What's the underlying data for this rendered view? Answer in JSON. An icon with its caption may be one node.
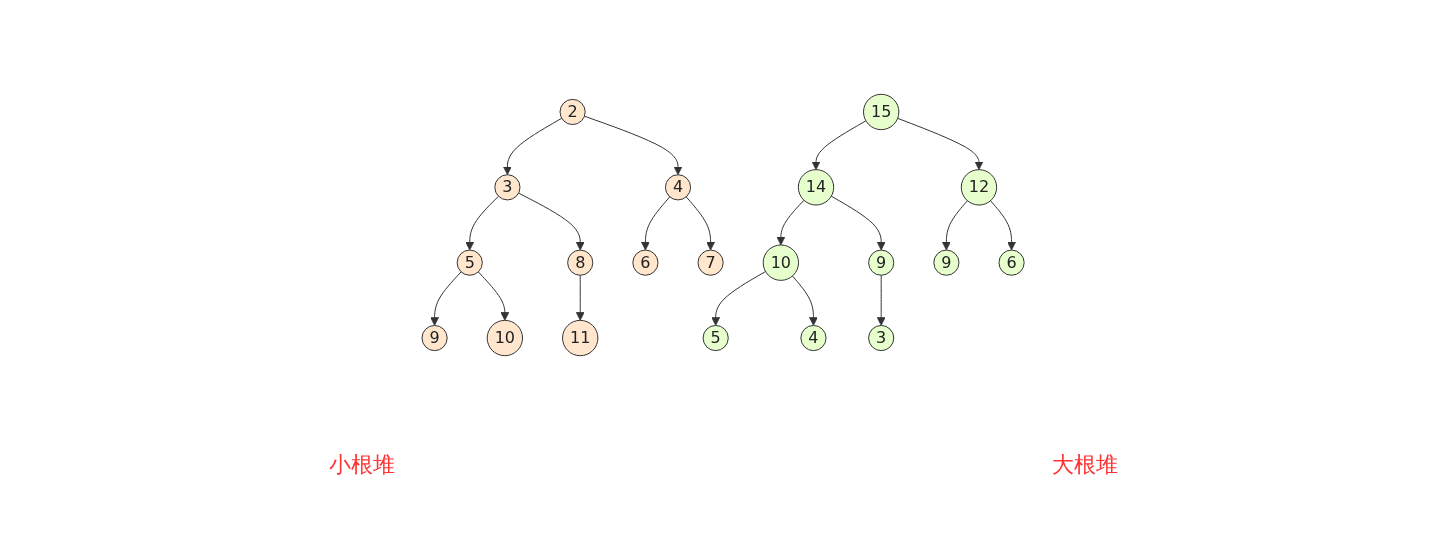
{
  "diagram": {
    "nodes": [
      {
        "text": [
          "2"
        ]
      },
      {
        "text": [
          "3"
        ]
      },
      {
        "text": [
          "4"
        ]
      },
      {
        "text": [
          "5"
        ]
      },
      {
        "text": [
          "8"
        ]
      },
      {
        "text": [
          "6"
        ]
      },
      {
        "text": [
          "7"
        ]
      },
      {
        "text": [
          "9"
        ]
      },
      {
        "text": [
          "10"
        ]
      },
      {
        "text": [
          "11"
        ]
      },
      {
        "text": [
          "15"
        ]
      },
      {
        "text": [
          "14"
        ]
      },
      {
        "text": [
          "12"
        ]
      },
      {
        "text": [
          "10"
        ]
      },
      {
        "text": [
          "9"
        ]
      },
      {
        "text": [
          "9"
        ]
      },
      {
        "text": [
          "6"
        ]
      },
      {
        "text": [
          "5"
        ]
      },
      {
        "text": [
          "4"
        ]
      },
      {
        "text": [
          "3"
        ]
      }
    ],
    "edges": [
      {
        "from": 0,
        "to": 1,
        "arrow": "to"
      },
      {
        "from": 0,
        "to": 2,
        "arrow": "to"
      },
      {
        "from": 1,
        "to": 3,
        "arrow": "to"
      },
      {
        "from": 1,
        "to": 4,
        "arrow": "to"
      },
      {
        "from": 2,
        "to": 5,
        "arrow": "to"
      },
      {
        "from": 2,
        "to": 6,
        "arrow": "to"
      },
      {
        "from": 3,
        "to": 7,
        "arrow": "to"
      },
      {
        "from": 3,
        "to": 8,
        "arrow": "to"
      },
      {
        "from": 4,
        "to": 9,
        "arrow": "to"
      },
      {
        "from": 10,
        "to": 11,
        "arrow": "to"
      },
      {
        "from": 10,
        "to": 12,
        "arrow": "to"
      },
      {
        "from": 11,
        "to": 13,
        "arrow": "to"
      },
      {
        "from": 11,
        "to": 14,
        "arrow": "to"
      },
      {
        "from": 12,
        "to": 15,
        "arrow": "to"
      },
      {
        "from": 12,
        "to": 16,
        "arrow": "to"
      },
      {
        "from": 13,
        "to": 17,
        "arrow": "to"
      },
      {
        "from": 13,
        "to": 18,
        "arrow": "to"
      },
      {
        "from": 14,
        "to": 19,
        "arrow": "to"
      }
    ],
    "labels": [
      "小根堆",
      "大根堆"
    ]
  }
}
